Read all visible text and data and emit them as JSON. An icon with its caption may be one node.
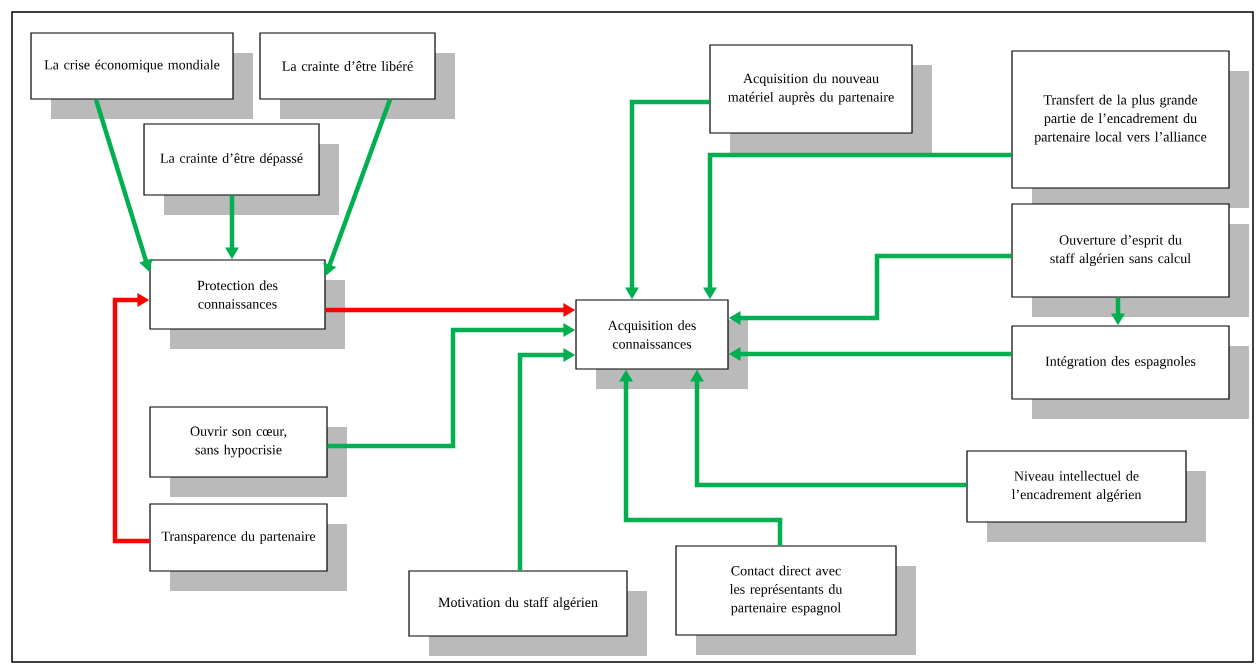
{
  "diagram": {
    "nodes": [
      {
        "text": [
          "La crise économique mondiale"
        ]
      },
      {
        "text": [
          "La crainte d’être libéré"
        ]
      },
      {
        "text": [
          "La crainte d’être dépassé"
        ]
      },
      {
        "text": [
          "Protection des connaissances"
        ]
      },
      {
        "text": [
          "Acquisition des connaissances"
        ]
      },
      {
        "text": [
          "Acquisition du nouveau matériel auprès du partenaire"
        ]
      },
      {
        "text": [
          "Transfert de la plus grande partie de l’encadrement du partenaire local vers l’alliance"
        ]
      },
      {
        "text": [
          "Ouverture d’esprit du staff algérien sans calcul"
        ]
      },
      {
        "text": [
          "Intégration des espagnoles"
        ]
      },
      {
        "text": [
          "Ouvrir son cœur, sans hypocrisie"
        ]
      },
      {
        "text": [
          "Transparence du partenaire"
        ]
      },
      {
        "text": [
          "Niveau intellectuel de l’encadrement algérien"
        ]
      },
      {
        "text": [
          "Motivation du staff algérien"
        ]
      },
      {
        "text": [
          "Contact direct avec les représentants du partenaire espagnol"
        ]
      }
    ],
    "edges": [
      {
        "from": 0,
        "to": 3,
        "arrow": "to"
      },
      {
        "from": 2,
        "to": 3,
        "arrow": "to"
      },
      {
        "from": 1,
        "to": 3,
        "arrow": "to"
      },
      {
        "from": 10,
        "to": 3,
        "arrow": "to",
        "color": "#ff0000"
      },
      {
        "from": 3,
        "to": 4,
        "arrow": "to",
        "color": "#ff0000"
      },
      {
        "from": 5,
        "to": 4,
        "arrow": "to"
      },
      {
        "from": 6,
        "to": 4,
        "arrow": "to"
      },
      {
        "from": 7,
        "to": 4,
        "arrow": "to"
      },
      {
        "from": 7,
        "to": 8,
        "arrow": "to"
      },
      {
        "from": 8,
        "to": 4,
        "arrow": "to"
      },
      {
        "from": 9,
        "to": 4,
        "arrow": "to"
      },
      {
        "from": 12,
        "to": 4,
        "arrow": "to"
      },
      {
        "from": 13,
        "to": 4,
        "arrow": "to"
      },
      {
        "from": 11,
        "to": 4,
        "arrow": "to"
      }
    ]
  }
}
